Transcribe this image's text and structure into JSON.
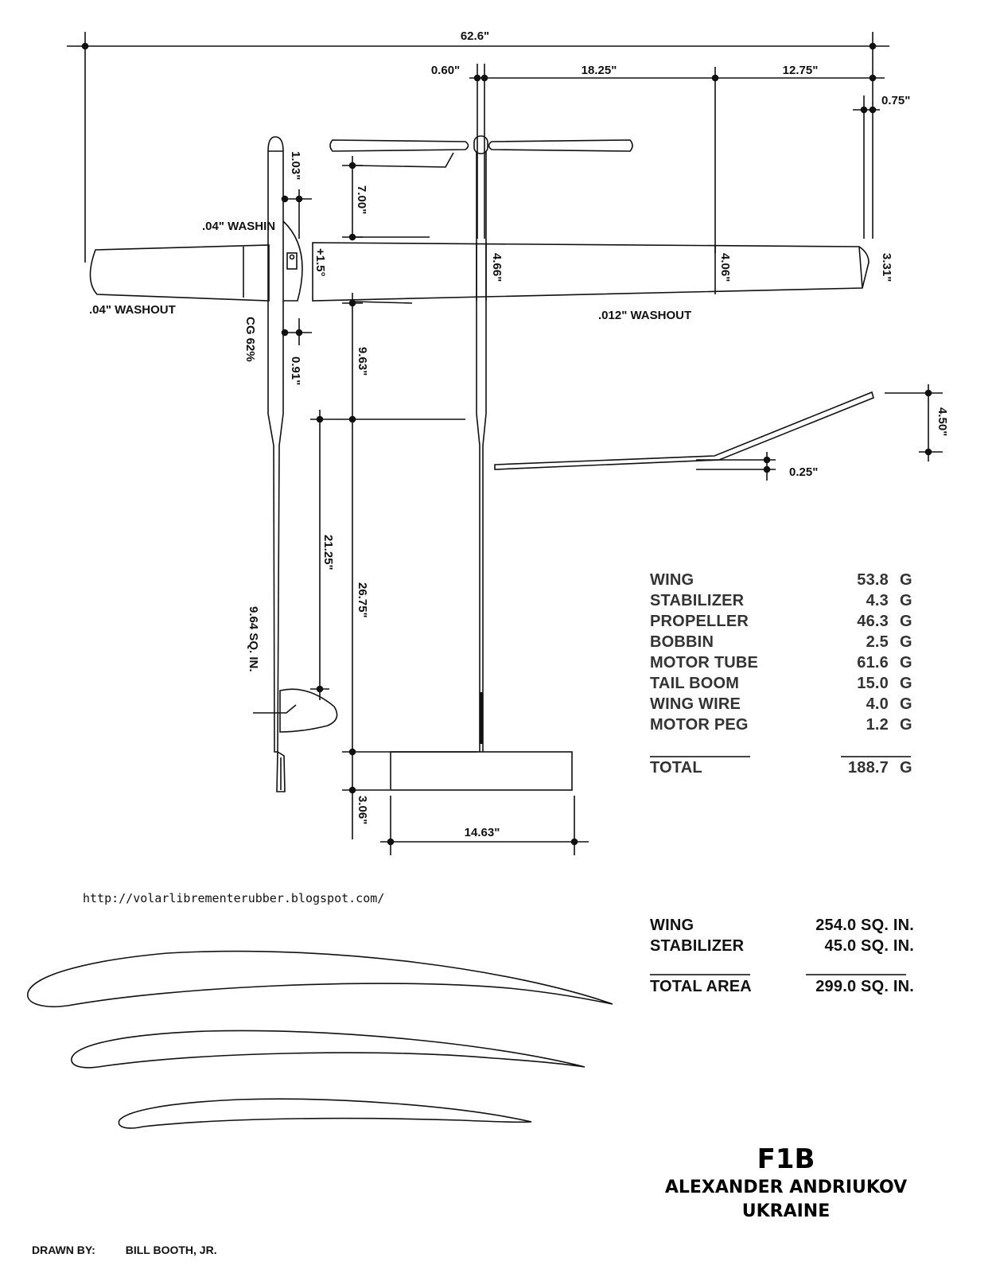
{
  "dimensions": {
    "span": "62.6\"",
    "center_panel_offset": "0.60\"",
    "inner_panel": "18.25\"",
    "outer_panel": "12.75\"",
    "tip_offset": "0.75\"",
    "nose_length": "1.03\"",
    "prop_to_wing": "7.00\"",
    "root_chord": "4.66\"",
    "panel_chord": "4.06\"",
    "tip_chord": "3.31\"",
    "wing_incidence": "+1.5°",
    "wing_to_boom": "9.63\"",
    "cg_offset": "0.91\"",
    "cg": "CG 62%",
    "fin_position": "21.25\"",
    "tail_moment": "26.75\"",
    "fin_area": "9.64 SQ. IN.",
    "stab_chord": "3.06\"",
    "stab_span": "14.63\"",
    "dihedral_high": "4.50\"",
    "dihedral_low": "0.25\""
  },
  "annotations": {
    "washin": ".04\" WASHIN",
    "washout_left": ".04\" WASHOUT",
    "washout_right": ".012\" WASHOUT"
  },
  "weights": {
    "items": [
      {
        "name": "WING",
        "value": "53.8",
        "unit": "G"
      },
      {
        "name": "STABILIZER",
        "value": "4.3",
        "unit": "G"
      },
      {
        "name": "PROPELLER",
        "value": "46.3",
        "unit": "G"
      },
      {
        "name": "BOBBIN",
        "value": "2.5",
        "unit": "G"
      },
      {
        "name": "MOTOR TUBE",
        "value": "61.6",
        "unit": "G"
      },
      {
        "name": "TAIL BOOM",
        "value": "15.0",
        "unit": "G"
      },
      {
        "name": "WING WIRE",
        "value": "4.0",
        "unit": "G"
      },
      {
        "name": "MOTOR PEG",
        "value": "1.2",
        "unit": "G"
      }
    ],
    "total": {
      "name": "TOTAL",
      "value": "188.7",
      "unit": "G"
    }
  },
  "areas": {
    "items": [
      {
        "name": "WING",
        "value": "254.0 SQ. IN."
      },
      {
        "name": "STABILIZER",
        "value": "45.0 SQ. IN."
      }
    ],
    "total": {
      "name": "TOTAL AREA",
      "value": "299.0 SQ. IN."
    }
  },
  "source_url": "http://volarlibrementerubber.blogspot.com/",
  "title": {
    "model": "F1B",
    "designer": "ALEXANDER ANDRIUKOV",
    "country": "UKRAINE"
  },
  "credits": {
    "label": "DRAWN BY:",
    "name": "BILL BOOTH, JR."
  }
}
